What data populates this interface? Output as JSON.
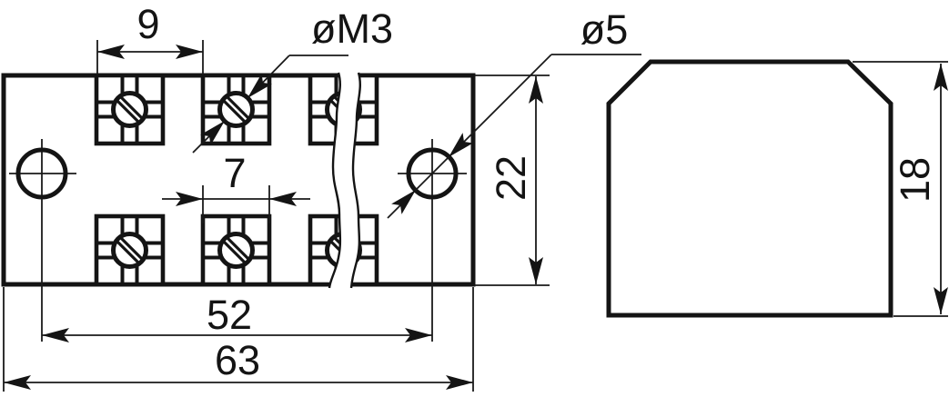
{
  "drawing": {
    "kind": "engineering dimension drawing, two orthographic views of a screw terminal block",
    "units": "mm",
    "background": "#ffffff",
    "line_color": "#141414"
  },
  "labels": {
    "pitch": "9",
    "thread": "øM3",
    "hole": "ø5",
    "terminal_width": "7",
    "front_height": "22",
    "hole_spacing": "52",
    "overall_length": "63",
    "side_height": "18"
  }
}
